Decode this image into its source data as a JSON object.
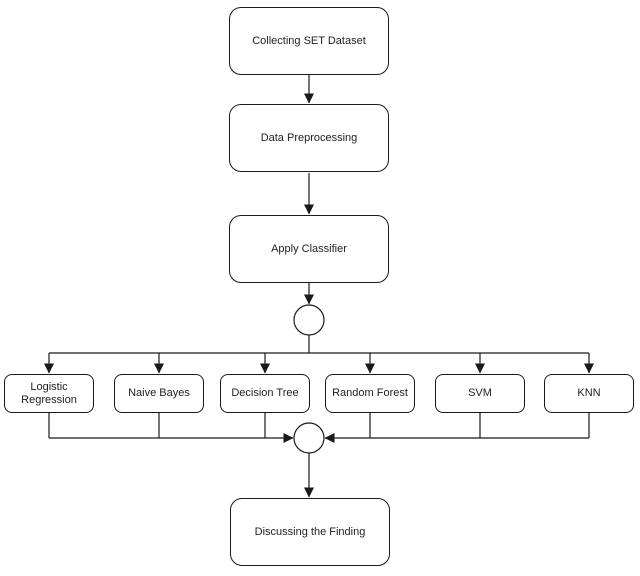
{
  "diagram": {
    "type": "flowchart",
    "background_color": "#ffffff",
    "stroke_color": "#1a1a1a",
    "node_fill_color": "#ffffff",
    "text_color": "#1f1f1f",
    "nodes": {
      "collecting": {
        "label": "Collecting SET Dataset"
      },
      "preprocessing": {
        "label": "Data Preprocessing"
      },
      "classifier": {
        "label": "Apply Classifier"
      },
      "logistic": {
        "label": "Logistic Regression"
      },
      "naive_bayes": {
        "label": "Naive Bayes"
      },
      "decision_tree": {
        "label": "Decision Tree"
      },
      "random_forest": {
        "label": "Random Forest"
      },
      "svm": {
        "label": "SVM"
      },
      "knn": {
        "label": "KNN"
      },
      "discussing": {
        "label": "Discussing the Finding"
      }
    },
    "junctions": [
      {
        "name": "split-junction",
        "shape": "circle"
      },
      {
        "name": "merge-junction",
        "shape": "circle"
      }
    ],
    "edges": [
      {
        "from": "collecting",
        "to": "preprocessing"
      },
      {
        "from": "preprocessing",
        "to": "classifier"
      },
      {
        "from": "classifier",
        "to": "split-junction"
      },
      {
        "from": "split-junction",
        "to": "logistic"
      },
      {
        "from": "split-junction",
        "to": "naive_bayes"
      },
      {
        "from": "split-junction",
        "to": "decision_tree"
      },
      {
        "from": "split-junction",
        "to": "random_forest"
      },
      {
        "from": "split-junction",
        "to": "svm"
      },
      {
        "from": "split-junction",
        "to": "knn"
      },
      {
        "from": "logistic",
        "to": "merge-junction"
      },
      {
        "from": "naive_bayes",
        "to": "merge-junction"
      },
      {
        "from": "decision_tree",
        "to": "merge-junction"
      },
      {
        "from": "random_forest",
        "to": "merge-junction"
      },
      {
        "from": "svm",
        "to": "merge-junction"
      },
      {
        "from": "knn",
        "to": "merge-junction"
      },
      {
        "from": "merge-junction",
        "to": "discussing"
      }
    ]
  }
}
